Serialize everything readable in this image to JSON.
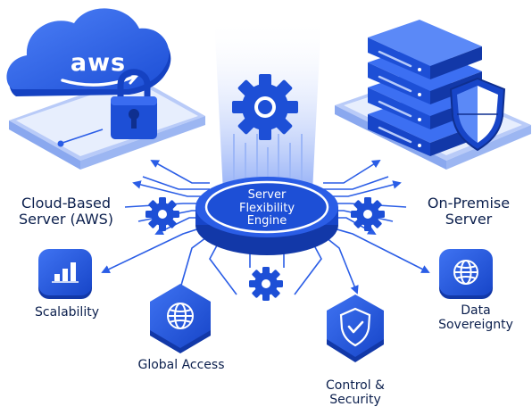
{
  "colors": {
    "primary": "#1f55e0",
    "dark": "#1238a8",
    "light": "#7fa2f3",
    "pale": "#dfe7fb",
    "text": "#0b1f4d"
  },
  "left_node": {
    "label_lines": [
      "Cloud-Based",
      "Server (AWS)"
    ],
    "logo_text": "aws",
    "icons": [
      "cloud-icon",
      "padlock-icon"
    ]
  },
  "right_node": {
    "label_lines": [
      "On-Premise",
      "Server"
    ],
    "icons": [
      "server-rack-icon",
      "shield-icon"
    ]
  },
  "hub": {
    "label_lines": [
      "Server",
      "Flexibility",
      "Engine"
    ],
    "icon": "gear-icon"
  },
  "features": [
    {
      "id": "scalability",
      "label_lines": [
        "Scalability"
      ],
      "icon": "bar-chart-icon"
    },
    {
      "id": "global-access",
      "label_lines": [
        "Global Access"
      ],
      "icon": "globe-icon"
    },
    {
      "id": "control-security",
      "label_lines": [
        "Control &",
        "Security"
      ],
      "icon": "shield-check-icon"
    },
    {
      "id": "data-sovereignty",
      "label_lines": [
        "Data",
        "Sovereignty"
      ],
      "icon": "globe-icon"
    }
  ]
}
